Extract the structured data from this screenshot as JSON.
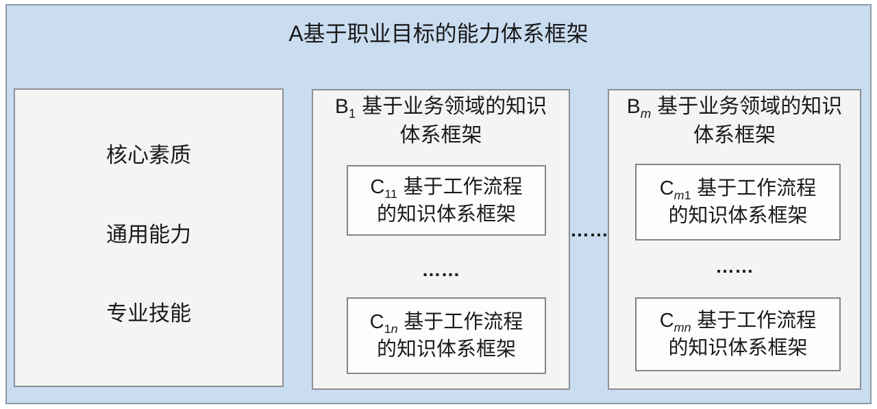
{
  "title": "A基于职业目标的能力体系框架",
  "left_panel": {
    "items": [
      "核心素质",
      "通用能力",
      "专业技能"
    ]
  },
  "panel_b1": {
    "letter": "B",
    "sub": "1",
    "heading_line1": "基于业务领域的知识",
    "heading_line2": "体系框架",
    "box_c11": {
      "letter": "C",
      "sub_1": "1",
      "sub_2": "1",
      "line1": "基于工作流程",
      "line2": "的知识体系框架"
    },
    "ellipsis": "……",
    "box_c1n": {
      "letter": "C",
      "sub_1": "1",
      "sub_2": "n",
      "line1": "基于工作流程",
      "line2": "的知识体系框架"
    }
  },
  "panel_bm": {
    "letter": "B",
    "sub": "m",
    "heading_line1": "基于业务领域的知识",
    "heading_line2": "体系框架",
    "box_cm1": {
      "letter": "C",
      "sub_1": "m",
      "sub_2": "1",
      "line1": "基于工作流程",
      "line2": "的知识体系框架"
    },
    "ellipsis": "……",
    "box_cmn": {
      "letter": "C",
      "sub_1": "m",
      "sub_2": "n",
      "line1": "基于工作流程",
      "line2": "的知识体系框架"
    }
  },
  "between_panels_ellipsis": "……",
  "colors": {
    "outer_bg": "#c9dcf0",
    "outer_border": "#8e99a6",
    "panel_bg": "#f4f4f3",
    "panel_border": "#8a8f96",
    "box_bg": "#fdfdfd",
    "box_border": "#7f8489",
    "text": "#1a1a1a"
  }
}
